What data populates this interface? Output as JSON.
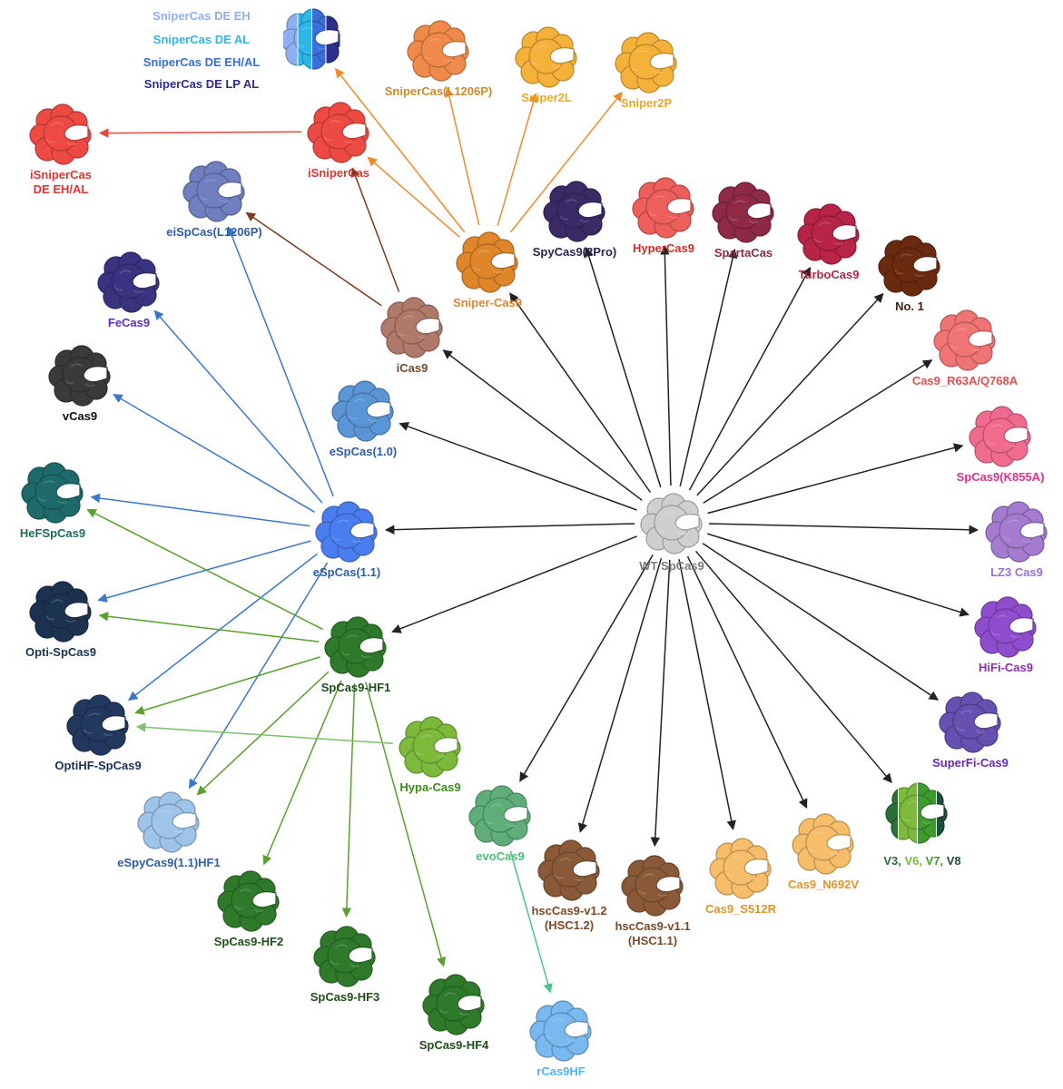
{
  "center": {
    "id": "wt",
    "label": "WT SpCas9",
    "color": "#cfcfcf",
    "label_color": "#7a7a7a"
  },
  "colors": {
    "arrow_black": "#222222",
    "arrow_blue": "#3a78c9",
    "arrow_green": "#5aa02c",
    "arrow_orange": "#f08a2c",
    "arrow_brown": "#7a3b1e",
    "arrow_red": "#e8473f",
    "arrow_lightgreen": "#7cc06a",
    "arrow_teal": "#4cc48a"
  },
  "nodes": [
    {
      "id": "wt",
      "label": [
        "WT SpCas9"
      ],
      "color": "#cfcfcf",
      "label_color": "#7a7a7a"
    },
    {
      "id": "spycas9_2pro",
      "label": [
        "SpyCas9(2Pro)"
      ],
      "color": "#3a2a66",
      "label_color": "#2e2250"
    },
    {
      "id": "hypercas9",
      "label": [
        "HyperCas9"
      ],
      "color": "#ee5f5b",
      "label_color": "#cf2b2b"
    },
    {
      "id": "spartacas",
      "label": [
        "SpartaCas"
      ],
      "color": "#8e2a45",
      "label_color": "#8e2a45"
    },
    {
      "id": "turbocas9",
      "label": [
        "TurboCas9"
      ],
      "color": "#b72446",
      "label_color": "#b72446"
    },
    {
      "id": "no1",
      "label": [
        "No. 1"
      ],
      "color": "#6a2a10",
      "label_color": "#4a1e0b"
    },
    {
      "id": "cas9_r63a",
      "label": [
        "Cas9_R63A/Q768A"
      ],
      "color": "#f07474",
      "label_color": "#e2504f"
    },
    {
      "id": "spcas9_k855a",
      "label": [
        "SpCas9(K855A)"
      ],
      "color": "#f06b8e",
      "label_color": "#e0308c"
    },
    {
      "id": "lz3",
      "label": [
        "LZ3 Cas9"
      ],
      "color": "#a47bcf",
      "label_color": "#9b6fd6"
    },
    {
      "id": "hifi",
      "label": [
        "HiFi-Cas9"
      ],
      "color": "#8e4dcc",
      "label_color": "#8a2fb0"
    },
    {
      "id": "superfi",
      "label": [
        "SuperFi-Cas9"
      ],
      "color": "#6650b0",
      "label_color": "#6a25c2"
    },
    {
      "id": "v3v8",
      "label": [
        "V3, V6, V7, V8"
      ],
      "color": "#2b6e3a",
      "label_color": "#2b6e3a"
    },
    {
      "id": "cas9_n692v",
      "label": [
        "Cas9_N692V"
      ],
      "color": "#f6bd6a",
      "label_color": "#e0952a"
    },
    {
      "id": "cas9_s512r",
      "label": [
        "Cas9_S512R"
      ],
      "color": "#f6bd6a",
      "label_color": "#e0952a"
    },
    {
      "id": "hsc11",
      "label": [
        "hscCas9-v1.1",
        "(HSC1.1)"
      ],
      "color": "#8a5a38",
      "label_color": "#7a4a28"
    },
    {
      "id": "hsc12",
      "label": [
        "hscCas9-v1.2",
        "(HSC1.2)"
      ],
      "color": "#8a5a38",
      "label_color": "#7a4a28"
    },
    {
      "id": "evocas9",
      "label": [
        "evoCas9"
      ],
      "color": "#5fae79",
      "label_color": "#48c07a"
    },
    {
      "id": "rcas9hf",
      "label": [
        "rCas9HF"
      ],
      "color": "#7ab8f0",
      "label_color": "#4fb8f0"
    },
    {
      "id": "hypacas9",
      "label": [
        "Hypa-Cas9"
      ],
      "color": "#7dba3c",
      "label_color": "#3e8c1e"
    },
    {
      "id": "spcas9_hf1",
      "label": [
        "SpCas9-HF1"
      ],
      "color": "#2f7a2a",
      "label_color": "#1e4e1a"
    },
    {
      "id": "spcas9_hf2",
      "label": [
        "SpCas9-HF2"
      ],
      "color": "#2f7a2a",
      "label_color": "#1e4e1a"
    },
    {
      "id": "spcas9_hf3",
      "label": [
        "SpCas9-HF3"
      ],
      "color": "#2f7a2a",
      "label_color": "#1e4e1a"
    },
    {
      "id": "spcas9_hf4",
      "label": [
        "SpCas9-HF4"
      ],
      "color": "#2f7a2a",
      "label_color": "#1e4e1a"
    },
    {
      "id": "espcas9_11",
      "label": [
        "eSpCas(1.1)"
      ],
      "color": "#4a7ef0",
      "label_color": "#2f5ea8"
    },
    {
      "id": "espcas9_10",
      "label": [
        "eSpCas(1.0)"
      ],
      "color": "#5a96d6",
      "label_color": "#2f5ea8"
    },
    {
      "id": "espy_hf1",
      "label": [
        "eSpyCas9(1.1)HF1"
      ],
      "color": "#9ec4ea",
      "label_color": "#2f5ea8"
    },
    {
      "id": "optihf",
      "label": [
        "OptiHF-SpCas9"
      ],
      "color": "#22385e",
      "label_color": "#1e2f55"
    },
    {
      "id": "opti",
      "label": [
        "Opti-SpCas9"
      ],
      "color": "#1c3350",
      "label_color": "#1c3350"
    },
    {
      "id": "hefspcas9",
      "label": [
        "HeFSpCas9"
      ],
      "color": "#1e6a6a",
      "label_color": "#1e6a5a"
    },
    {
      "id": "vcas9",
      "label": [
        "vCas9"
      ],
      "color": "#3a3a3a",
      "label_color": "#111111"
    },
    {
      "id": "fecas9",
      "label": [
        "FeCas9"
      ],
      "color": "#3a3480",
      "label_color": "#5a2ec0"
    },
    {
      "id": "eispcas",
      "label": [
        "eiSpCas(L1206P)"
      ],
      "color": "#6f7fbf",
      "label_color": "#2f5ea8"
    },
    {
      "id": "icas9",
      "label": [
        "iCas9"
      ],
      "color": "#b07a6a",
      "label_color": "#7a4a28"
    },
    {
      "id": "snipercas9",
      "label": [
        "Sniper-Cas9"
      ],
      "color": "#e0862a",
      "label_color": "#e0862a"
    },
    {
      "id": "isnipercas",
      "label": [
        "iSniperCas"
      ],
      "color": "#ee4a44",
      "label_color": "#e0332f"
    },
    {
      "id": "isniper_de",
      "label": [
        "iSniperCas",
        "DE EH/AL"
      ],
      "color": "#ee4a44",
      "label_color": "#e0332f"
    },
    {
      "id": "sniper_l1206p",
      "label": [
        "SniperCas(L1206P)"
      ],
      "color": "#f08a4a",
      "label_color": "#d08a2a"
    },
    {
      "id": "sniper2l",
      "label": [
        "Sniper2L"
      ],
      "color": "#f5b23a",
      "label_color": "#e6a92a"
    },
    {
      "id": "sniper2p",
      "label": [
        "Sniper2P"
      ],
      "color": "#f5b23a",
      "label_color": "#e6a92a"
    },
    {
      "id": "sniperde",
      "label": [],
      "color": "#5a78d8",
      "label_color": "#2e2e8a"
    }
  ],
  "sniperde_legend": [
    {
      "text": "SniperCas DE EH",
      "color": "#8fb0f0"
    },
    {
      "text": "SniperCas DE AL",
      "color": "#2fb6e8"
    },
    {
      "text": "SniperCas DE EH/AL",
      "color": "#3a6ed8"
    },
    {
      "text": "SniperCas DE LP AL",
      "color": "#2e2e8a"
    }
  ],
  "v3v8_segments": [
    {
      "text": "V3, ",
      "color": "#2b6e3a"
    },
    {
      "text": "V6, ",
      "color": "#7dba3c"
    },
    {
      "text": "V7, ",
      "color": "#3e9c2e"
    },
    {
      "text": "V8",
      "color": "#1e4e3e"
    }
  ],
  "edges": [
    {
      "from": "wt",
      "to": "spycas9_2pro",
      "color": "arrow_black"
    },
    {
      "from": "wt",
      "to": "hypercas9",
      "color": "arrow_black"
    },
    {
      "from": "wt",
      "to": "spartacas",
      "color": "arrow_black"
    },
    {
      "from": "wt",
      "to": "turbocas9",
      "color": "arrow_black"
    },
    {
      "from": "wt",
      "to": "no1",
      "color": "arrow_black"
    },
    {
      "from": "wt",
      "to": "cas9_r63a",
      "color": "arrow_black"
    },
    {
      "from": "wt",
      "to": "spcas9_k855a",
      "color": "arrow_black"
    },
    {
      "from": "wt",
      "to": "lz3",
      "color": "arrow_black"
    },
    {
      "from": "wt",
      "to": "hifi",
      "color": "arrow_black"
    },
    {
      "from": "wt",
      "to": "superfi",
      "color": "arrow_black"
    },
    {
      "from": "wt",
      "to": "v3v8",
      "color": "arrow_black"
    },
    {
      "from": "wt",
      "to": "cas9_n692v",
      "color": "arrow_black"
    },
    {
      "from": "wt",
      "to": "cas9_s512r",
      "color": "arrow_black"
    },
    {
      "from": "wt",
      "to": "hsc11",
      "color": "arrow_black"
    },
    {
      "from": "wt",
      "to": "hsc12",
      "color": "arrow_black"
    },
    {
      "from": "wt",
      "to": "evocas9",
      "color": "arrow_black"
    },
    {
      "from": "wt",
      "to": "spcas9_hf1",
      "color": "arrow_black"
    },
    {
      "from": "wt",
      "to": "espcas9_11",
      "color": "arrow_black"
    },
    {
      "from": "wt",
      "to": "espcas9_10",
      "color": "arrow_black"
    },
    {
      "from": "wt",
      "to": "icas9",
      "color": "arrow_black"
    },
    {
      "from": "wt",
      "to": "snipercas9",
      "color": "arrow_black"
    },
    {
      "from": "espcas9_11",
      "to": "eispcas",
      "color": "arrow_blue"
    },
    {
      "from": "espcas9_11",
      "to": "fecas9",
      "color": "arrow_blue"
    },
    {
      "from": "espcas9_11",
      "to": "vcas9",
      "color": "arrow_blue"
    },
    {
      "from": "espcas9_11",
      "to": "hefspcas9",
      "color": "arrow_blue"
    },
    {
      "from": "espcas9_11",
      "to": "opti",
      "color": "arrow_blue"
    },
    {
      "from": "espcas9_11",
      "to": "optihf",
      "color": "arrow_blue"
    },
    {
      "from": "espcas9_11",
      "to": "espy_hf1",
      "color": "arrow_blue"
    },
    {
      "from": "spcas9_hf1",
      "to": "hefspcas9",
      "color": "arrow_green"
    },
    {
      "from": "spcas9_hf1",
      "to": "opti",
      "color": "arrow_green"
    },
    {
      "from": "spcas9_hf1",
      "to": "optihf",
      "color": "arrow_green"
    },
    {
      "from": "spcas9_hf1",
      "to": "espy_hf1",
      "color": "arrow_green"
    },
    {
      "from": "spcas9_hf1",
      "to": "spcas9_hf2",
      "color": "arrow_green"
    },
    {
      "from": "spcas9_hf1",
      "to": "spcas9_hf3",
      "color": "arrow_green"
    },
    {
      "from": "spcas9_hf1",
      "to": "spcas9_hf4",
      "color": "arrow_green"
    },
    {
      "from": "hypacas9",
      "to": "optihf",
      "color": "arrow_lightgreen"
    },
    {
      "from": "evocas9",
      "to": "rcas9hf",
      "color": "arrow_teal"
    },
    {
      "from": "icas9",
      "to": "eispcas",
      "color": "arrow_brown"
    },
    {
      "from": "icas9",
      "to": "isnipercas",
      "color": "arrow_brown"
    },
    {
      "from": "snipercas9",
      "to": "isnipercas",
      "color": "arrow_orange"
    },
    {
      "from": "snipercas9",
      "to": "sniperde",
      "color": "arrow_orange"
    },
    {
      "from": "snipercas9",
      "to": "sniper_l1206p",
      "color": "arrow_orange"
    },
    {
      "from": "snipercas9",
      "to": "sniper2l",
      "color": "arrow_orange"
    },
    {
      "from": "snipercas9",
      "to": "sniper2p",
      "color": "arrow_orange"
    },
    {
      "from": "isnipercas",
      "to": "isniper_de",
      "color": "arrow_red"
    }
  ]
}
